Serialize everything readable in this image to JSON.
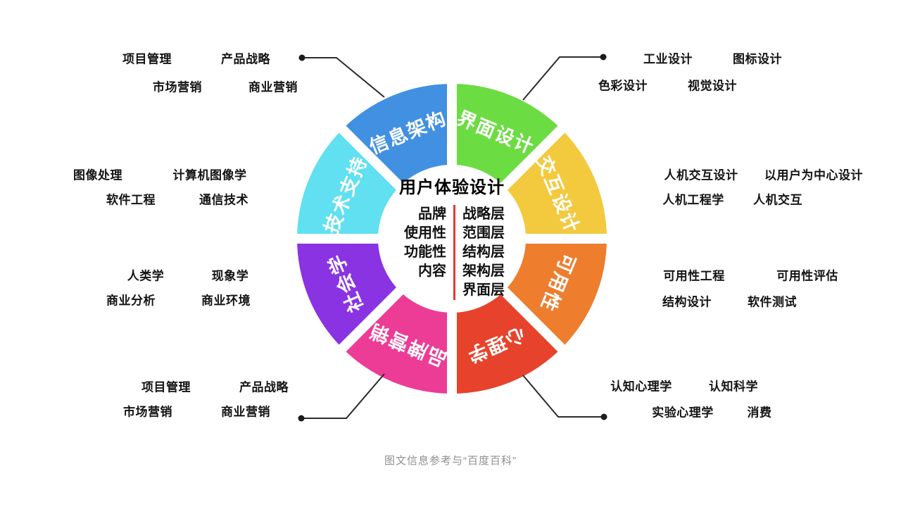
{
  "donut": {
    "segments": [
      {
        "id": "info-architecture",
        "label": "信息架构",
        "color": "#4190e2"
      },
      {
        "id": "interface-design",
        "label": "界面设计",
        "color": "#6cdc43"
      },
      {
        "id": "interaction-design",
        "label": "交互设计",
        "color": "#f3c93e"
      },
      {
        "id": "usability",
        "label": "可用性",
        "color": "#ee7d2e"
      },
      {
        "id": "psychology",
        "label": "心理学",
        "color": "#e7432c"
      },
      {
        "id": "brand-marketing",
        "label": "品牌营销",
        "color": "#ed3c95"
      },
      {
        "id": "sociology",
        "label": "社会学",
        "color": "#8a33e3"
      },
      {
        "id": "tech-support",
        "label": "技术支持",
        "color": "#60e0f0"
      }
    ]
  },
  "center": {
    "title": "用户体验设计",
    "left_column": [
      "品牌",
      "使用性",
      "功能性",
      "内容"
    ],
    "right_column": [
      "战略层",
      "范围层",
      "结构层",
      "架构层",
      "界面层"
    ],
    "divider_color": "#e23b2e"
  },
  "annotations": {
    "top_left": [
      "项目管理",
      "产品战略",
      "市场营销",
      "商业营销"
    ],
    "top_right": [
      "工业设计",
      "图标设计",
      "色彩设计",
      "视觉设计"
    ],
    "left_upper": [
      "图像处理",
      "计算机图像学",
      "软件工程",
      "通信技术"
    ],
    "left_lower": [
      "人类学",
      "现象学",
      "商业分析",
      "商业环境"
    ],
    "bottom_left": [
      "项目管理",
      "产品战略",
      "市场营销",
      "商业营销"
    ],
    "right_upper": [
      "人机交互设计",
      "以用户为中心设计",
      "人机工程学",
      "人机交互"
    ],
    "right_lower": [
      "可用性工程",
      "可用性评估",
      "结构设计",
      "软件测试"
    ],
    "bottom_right": [
      "认知心理学",
      "认知科学",
      "实验心理学",
      "消费"
    ]
  },
  "caption": "图文信息参考与“百度百科”"
}
